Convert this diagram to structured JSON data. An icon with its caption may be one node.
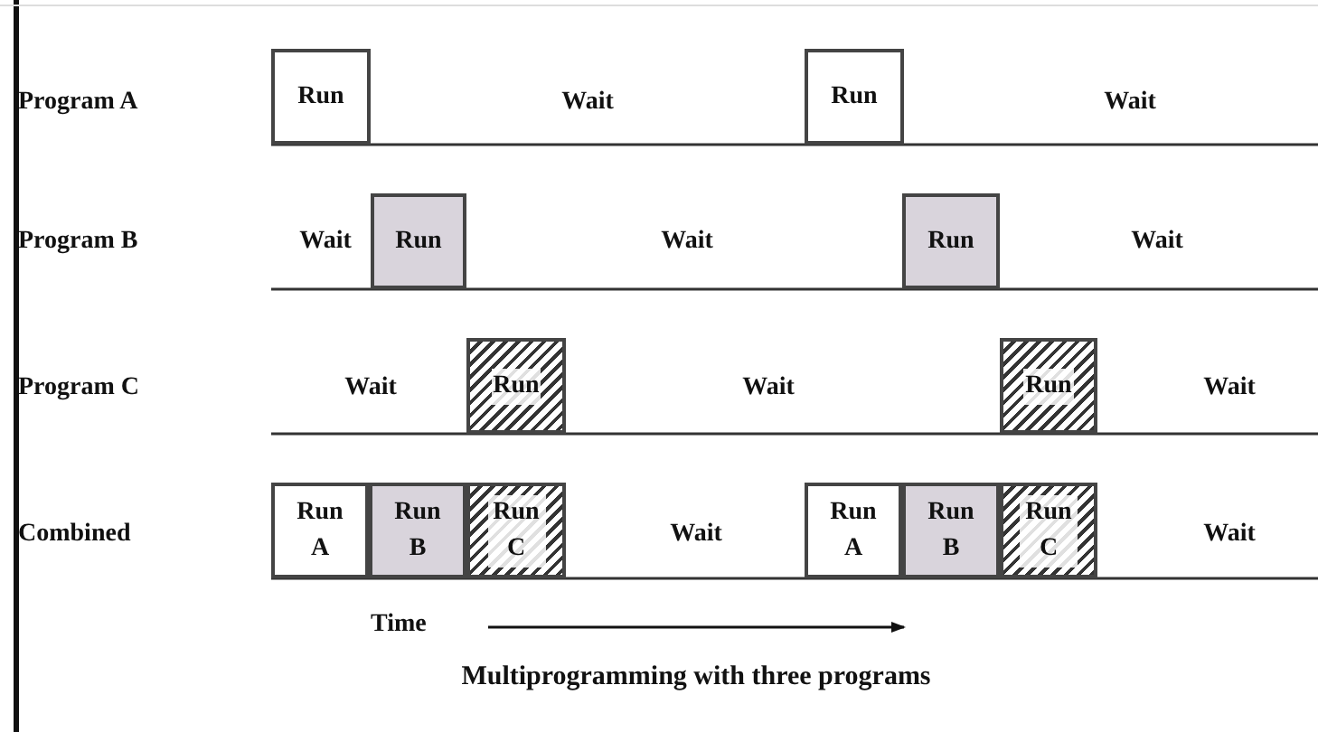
{
  "diagram": {
    "caption": "Multiprogramming with three programs",
    "nodes": [
      {
        "text": [
          "Run"
        ]
      },
      {
        "text": [
          "Run"
        ]
      },
      {
        "text": [
          "Run"
        ]
      },
      {
        "text": [
          "Run"
        ]
      },
      {
        "text": [
          "Run"
        ]
      },
      {
        "text": [
          "Run"
        ]
      },
      {
        "text": [
          "Run A"
        ]
      },
      {
        "text": [
          "Run B"
        ]
      },
      {
        "text": [
          "Run C"
        ]
      },
      {
        "text": [
          "Run A"
        ]
      },
      {
        "text": [
          "Run B"
        ]
      },
      {
        "text": [
          "Run C"
        ]
      }
    ],
    "labels": [
      "Program A",
      "Wait",
      "Wait",
      "Program B",
      "Wait",
      "Wait",
      "Wait",
      "Program C",
      "Wait",
      "Wait",
      "Wait",
      "Combined",
      "Wait",
      "Wait",
      "Time"
    ]
  }
}
